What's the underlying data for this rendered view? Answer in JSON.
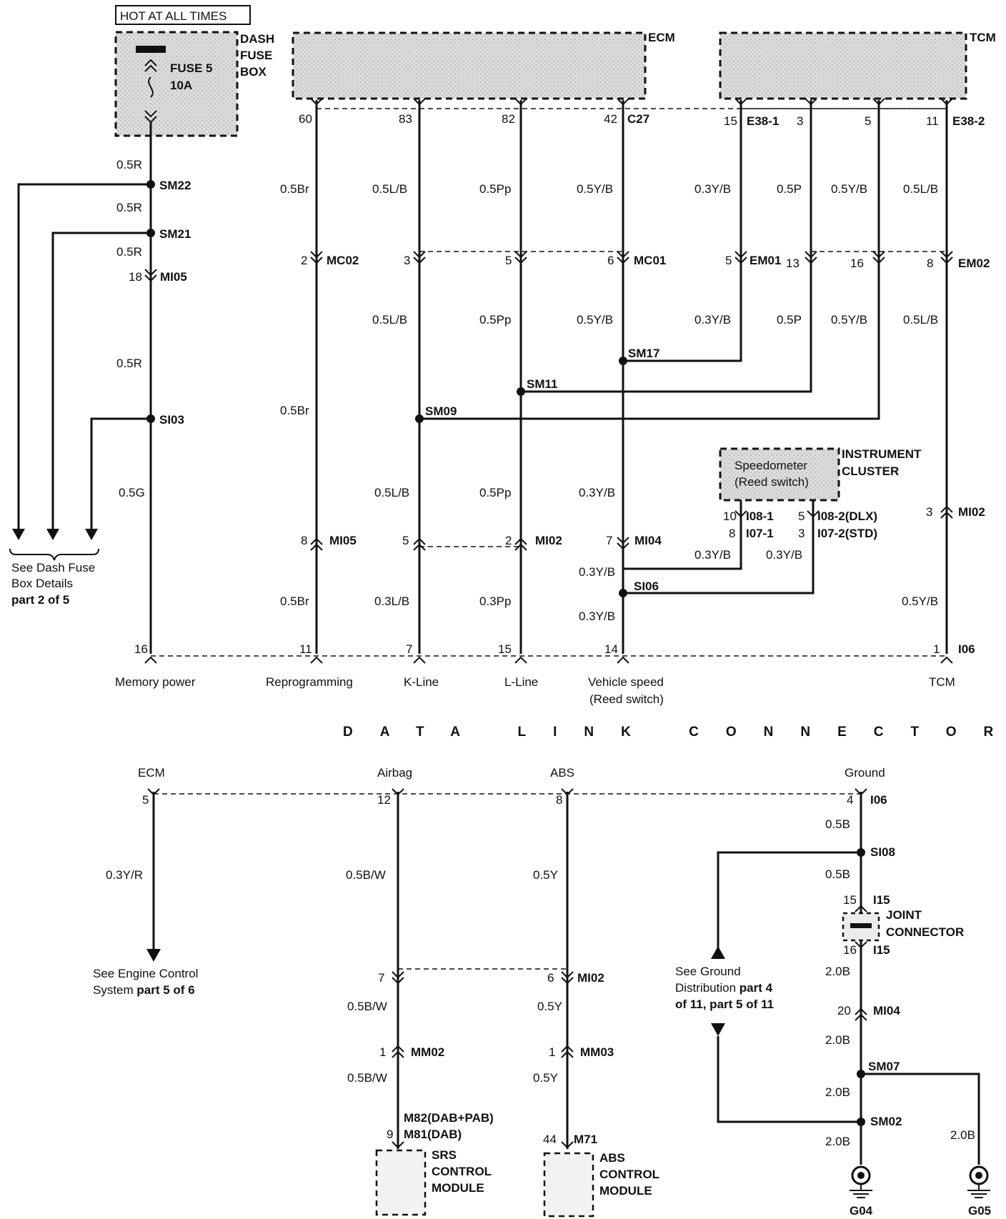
{
  "header": {
    "hot_label": "HOT AT ALL TIMES"
  },
  "fuse": {
    "box": [
      "DASH",
      "FUSE",
      "BOX"
    ],
    "name": "FUSE 5",
    "rating": "10A"
  },
  "ecm_label": "ECM",
  "tcm_label": "TCM",
  "wires": {
    "r1": "0.5R",
    "r2": "0.5R",
    "r3": "0.5R",
    "r4": "0.5R",
    "g": "0.5G",
    "br1": "0.5Br",
    "br2": "0.5Br",
    "br3": "0.5Br",
    "lb1": "0.5L/B",
    "lb2": "0.5L/B",
    "lb3": "0.5L/B",
    "lb4": "0.3L/B",
    "pp1": "0.5Pp",
    "pp2": "0.5Pp",
    "pp3": "0.5Pp",
    "pp4": "0.3Pp",
    "yb1": "0.5Y/B",
    "yb2": "0.5Y/B",
    "yb3": "0.3Y/B",
    "yb4": "0.3Y/B",
    "yb5": "0.3Y/B",
    "e1a": "0.3Y/B",
    "e1b": "0.3Y/B",
    "e3a": "0.5P",
    "e3b": "0.5P",
    "e5a": "0.5Y/B",
    "e5b": "0.5Y/B",
    "e11a": "0.5L/B",
    "e11b": "0.5L/B",
    "tcm_low": "0.5Y/B",
    "ic1": "0.3Y/B",
    "ic2": "0.3Y/B",
    "ecm_out": "0.3Y/R",
    "bw1": "0.5B/W",
    "bw2": "0.5B/W",
    "bw3": "0.5B/W",
    "y1": "0.5Y",
    "y2": "0.5Y",
    "y3": "0.5Y",
    "gb1": "0.5B",
    "gb2": "0.5B",
    "gb3": "2.0B",
    "gb4": "2.0B",
    "gb5": "2.0B",
    "gb6": "2.0B",
    "gb7": "2.0B"
  },
  "splices": {
    "sm22": "SM22",
    "sm21": "SM21",
    "si03": "SI03",
    "sm17": "SM17",
    "sm11": "SM11",
    "sm09": "SM09",
    "si06": "SI06",
    "si08": "SI08",
    "sm07": "SM07",
    "sm02": "SM02"
  },
  "connectors": {
    "mi05_top": "MI05",
    "mc02": "MC02",
    "mc01": "MC01",
    "em01": "EM01",
    "em02": "EM02",
    "mi05_low": "MI05",
    "mi02_a": "MI02",
    "mi04_a": "MI04",
    "mi02_tcm": "MI02",
    "c27": "C27",
    "e381": "E38-1",
    "e382": "E38-2",
    "i06_a": "I06",
    "i06_b": "I06",
    "i081": "I08-1",
    "i071": "I07-1",
    "i082": "I08-2(DLX)",
    "i072": "I07-2(STD)",
    "i15_a": "I15",
    "i15_b": "I15",
    "mi02_b": "MI02",
    "mi04_b": "MI04",
    "mm02": "MM02",
    "mm03": "MM03",
    "m82": "M82(DAB+PAB)",
    "m81": "M81(DAB)",
    "m71": "M71"
  },
  "pins": {
    "mi05_top": "18",
    "ecm60": "60",
    "ecm83": "83",
    "ecm82": "82",
    "ecm42": "42",
    "tcm15": "15",
    "tcm3": "3",
    "tcm5": "5",
    "tcm11": "11",
    "mc02": "2",
    "mc01a": "3",
    "mc01b": "5",
    "mc01c": "6",
    "em01": "5",
    "em02a": "13",
    "em02b": "16",
    "em02c": "8",
    "mi05_low": "8",
    "mi02a": "5",
    "mi02b": "2",
    "mi04": "7",
    "mi02_tcm": "3",
    "ic10": "10",
    "ic8": "8",
    "ic5": "5",
    "ic3": "3",
    "dl16": "16",
    "dl11": "11",
    "dl7": "7",
    "dl15": "15",
    "dl14": "14",
    "dl1": "1",
    "dl5": "5",
    "dl12": "12",
    "dl8": "8",
    "dl4": "4",
    "i15a": "15",
    "i15b": "16",
    "mi02_lo_a": "7",
    "mi02_lo_b": "6",
    "mi04_lo": "20",
    "mm02": "1",
    "mm03": "1",
    "srs": "9",
    "abs": "44"
  },
  "instrument": {
    "inner1": "Speedometer",
    "inner2": "(Reed switch)",
    "title1": "INSTRUMENT",
    "title2": "CLUSTER"
  },
  "dlc_top": {
    "memory": "Memory power",
    "reprog": "Reprogramming",
    "kline": "K-Line",
    "lline": "L-Line",
    "vs1": "Vehicle speed",
    "vs2": "(Reed switch)",
    "tcm": "TCM"
  },
  "dlc_title": "DATA LINK CONNECTOR",
  "dlc_bottom": {
    "ecm": "ECM",
    "airbag": "Airbag",
    "abs": "ABS",
    "ground": "Ground"
  },
  "dash_ref": {
    "l1": "See Dash Fuse",
    "l2": "Box Details",
    "l3": "part 2 of 5"
  },
  "engine_ref": {
    "l1": "See Engine Control",
    "l2": "System ",
    "l2b": "part 5 of 6"
  },
  "ground_ref": {
    "l1": "See Ground",
    "l2": "Distribution ",
    "l2b": "part 4",
    "l3": "of 11, part 5 of 11"
  },
  "joint": {
    "l1": "JOINT",
    "l2": "CONNECTOR"
  },
  "srs": {
    "l1": "SRS",
    "l2": "CONTROL",
    "l3": "MODULE"
  },
  "abs_mod": {
    "l1": "ABS",
    "l2": "CONTROL",
    "l3": "MODULE"
  },
  "grounds": {
    "g04": "G04",
    "g05": "G05"
  }
}
